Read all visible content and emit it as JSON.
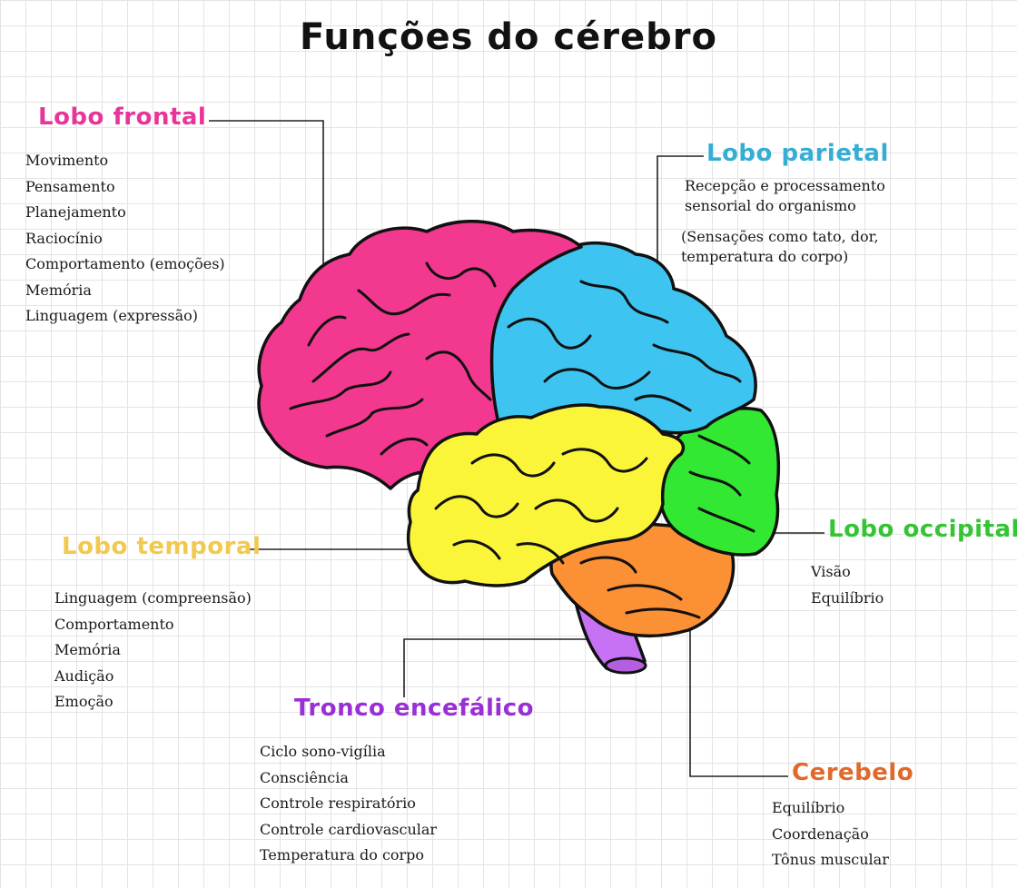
{
  "title": "Funções do cérebro",
  "colors": {
    "frontal": "#f2388f",
    "parietal": "#3ec4f0",
    "occipital": "#33e833",
    "temporal": "#fbf53a",
    "cerebellum": "#fb9035",
    "brainstem": "#c772f5",
    "outline": "#111111"
  },
  "regions": {
    "frontal": {
      "label": "Lobo frontal",
      "label_color": "#e8359a",
      "items": [
        "Movimento",
        "Pensamento",
        "Planejamento",
        "Raciocínio",
        "Comportamento (emoções)",
        "Memória",
        "Linguagem (expressão)"
      ]
    },
    "parietal": {
      "label": "Lobo parietal",
      "label_color": "#36aed2",
      "lines": [
        "Recepção e processamento",
        "sensorial do organismo"
      ],
      "note_lines": [
        "(Sensações como tato, dor,",
        "temperatura do corpo)"
      ]
    },
    "occipital": {
      "label": "Lobo occipital",
      "label_color": "#34c434",
      "items": [
        "Visão",
        "Equilíbrio"
      ]
    },
    "temporal": {
      "label": "Lobo temporal",
      "label_color": "#f2c94f",
      "items": [
        "Linguagem (compreensão)",
        "Comportamento",
        "Memória",
        "Audição",
        "Emoção"
      ]
    },
    "brainstem": {
      "label": "Tronco encefálico",
      "label_color": "#9b2fd6",
      "items": [
        "Ciclo sono-vigília",
        "Consciência",
        "Controle respiratório",
        "Controle cardiovascular",
        "Temperatura do corpo"
      ]
    },
    "cerebellum": {
      "label": "Cerebelo",
      "label_color": "#e06a2c",
      "items": [
        "Equilíbrio",
        "Coordenação",
        "Tônus muscular"
      ]
    }
  }
}
